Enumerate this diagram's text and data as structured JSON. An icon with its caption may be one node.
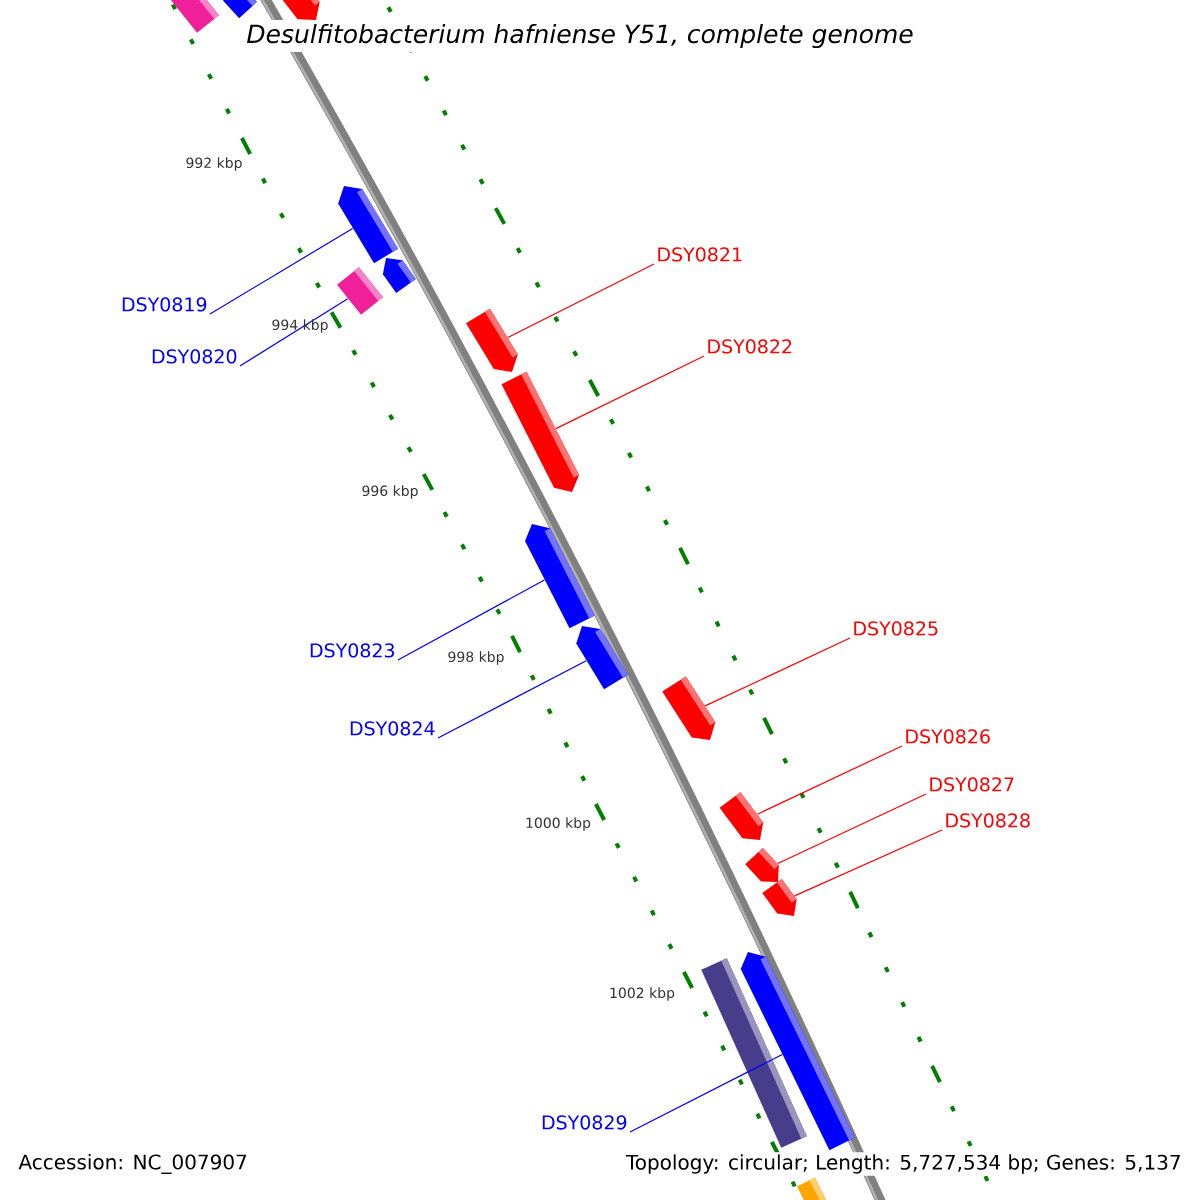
{
  "diagram": {
    "title": "Desulfitobacterium hafniense Y51, complete genome",
    "nodes": [
      {
        "text": [
          "DSY0819"
        ]
      },
      {
        "text": [
          "DSY0820"
        ]
      },
      {
        "text": [
          "DSY0821"
        ]
      },
      {
        "text": [
          "DSY0822"
        ]
      },
      {
        "text": [
          "DSY0823"
        ]
      },
      {
        "text": [
          "DSY0824"
        ]
      },
      {
        "text": [
          "DSY0825"
        ]
      },
      {
        "text": [
          "DSY0826"
        ]
      },
      {
        "text": [
          "DSY0827"
        ]
      },
      {
        "text": [
          "DSY0828"
        ]
      },
      {
        "text": [
          "DSY0829"
        ]
      },
      {
        "text": [],
        "shape": "box"
      },
      {
        "text": [],
        "shape": "arrow"
      },
      {
        "text": [],
        "shape": "arrow"
      },
      {
        "text": [],
        "shape": "arrow"
      },
      {
        "text": [],
        "shape": "arrow"
      },
      {
        "text": [],
        "shape": "box"
      },
      {
        "text": [],
        "shape": "arrow"
      },
      {
        "text": [],
        "shape": "arrow"
      },
      {
        "text": [],
        "shape": "arrow"
      },
      {
        "text": [],
        "shape": "arrow"
      },
      {
        "text": [],
        "shape": "arrow"
      },
      {
        "text": [],
        "shape": "arrow"
      },
      {
        "text": [],
        "shape": "arrow"
      },
      {
        "text": [],
        "shape": "arrow"
      },
      {
        "text": [],
        "shape": "box"
      },
      {
        "text": [],
        "shape": "arrow"
      },
      {
        "text": [],
        "shape": "box"
      }
    ],
    "edges": [
      {
        "from": 0,
        "to": 14,
        "arrow": "none",
        "color": "#0000ff"
      },
      {
        "from": 1,
        "to": 16,
        "arrow": "none",
        "color": "#0000ff"
      },
      {
        "from": 2,
        "to": 17,
        "arrow": "none"
      },
      {
        "from": 3,
        "to": 18,
        "arrow": "none"
      },
      {
        "from": 4,
        "to": 19,
        "arrow": "none",
        "color": "#0000ff"
      },
      {
        "from": 5,
        "to": 20,
        "arrow": "none",
        "color": "#0000ff"
      },
      {
        "from": 6,
        "to": 21,
        "arrow": "none"
      },
      {
        "from": 7,
        "to": 22,
        "arrow": "none"
      },
      {
        "from": 8,
        "to": 23,
        "arrow": "none"
      },
      {
        "from": 9,
        "to": 24,
        "arrow": "none"
      },
      {
        "from": 10,
        "to": 26,
        "arrow": "none",
        "color": "#0000ff"
      }
    ],
    "labels": [
      "992 kbp",
      "994 kbp",
      "996 kbp",
      "998 kbp",
      "1000 kbp",
      "1002 kbp",
      "Accession: NC_007907",
      "Topology: circular; Length: 5,727,534 bp; Genes: 5,137"
    ]
  }
}
